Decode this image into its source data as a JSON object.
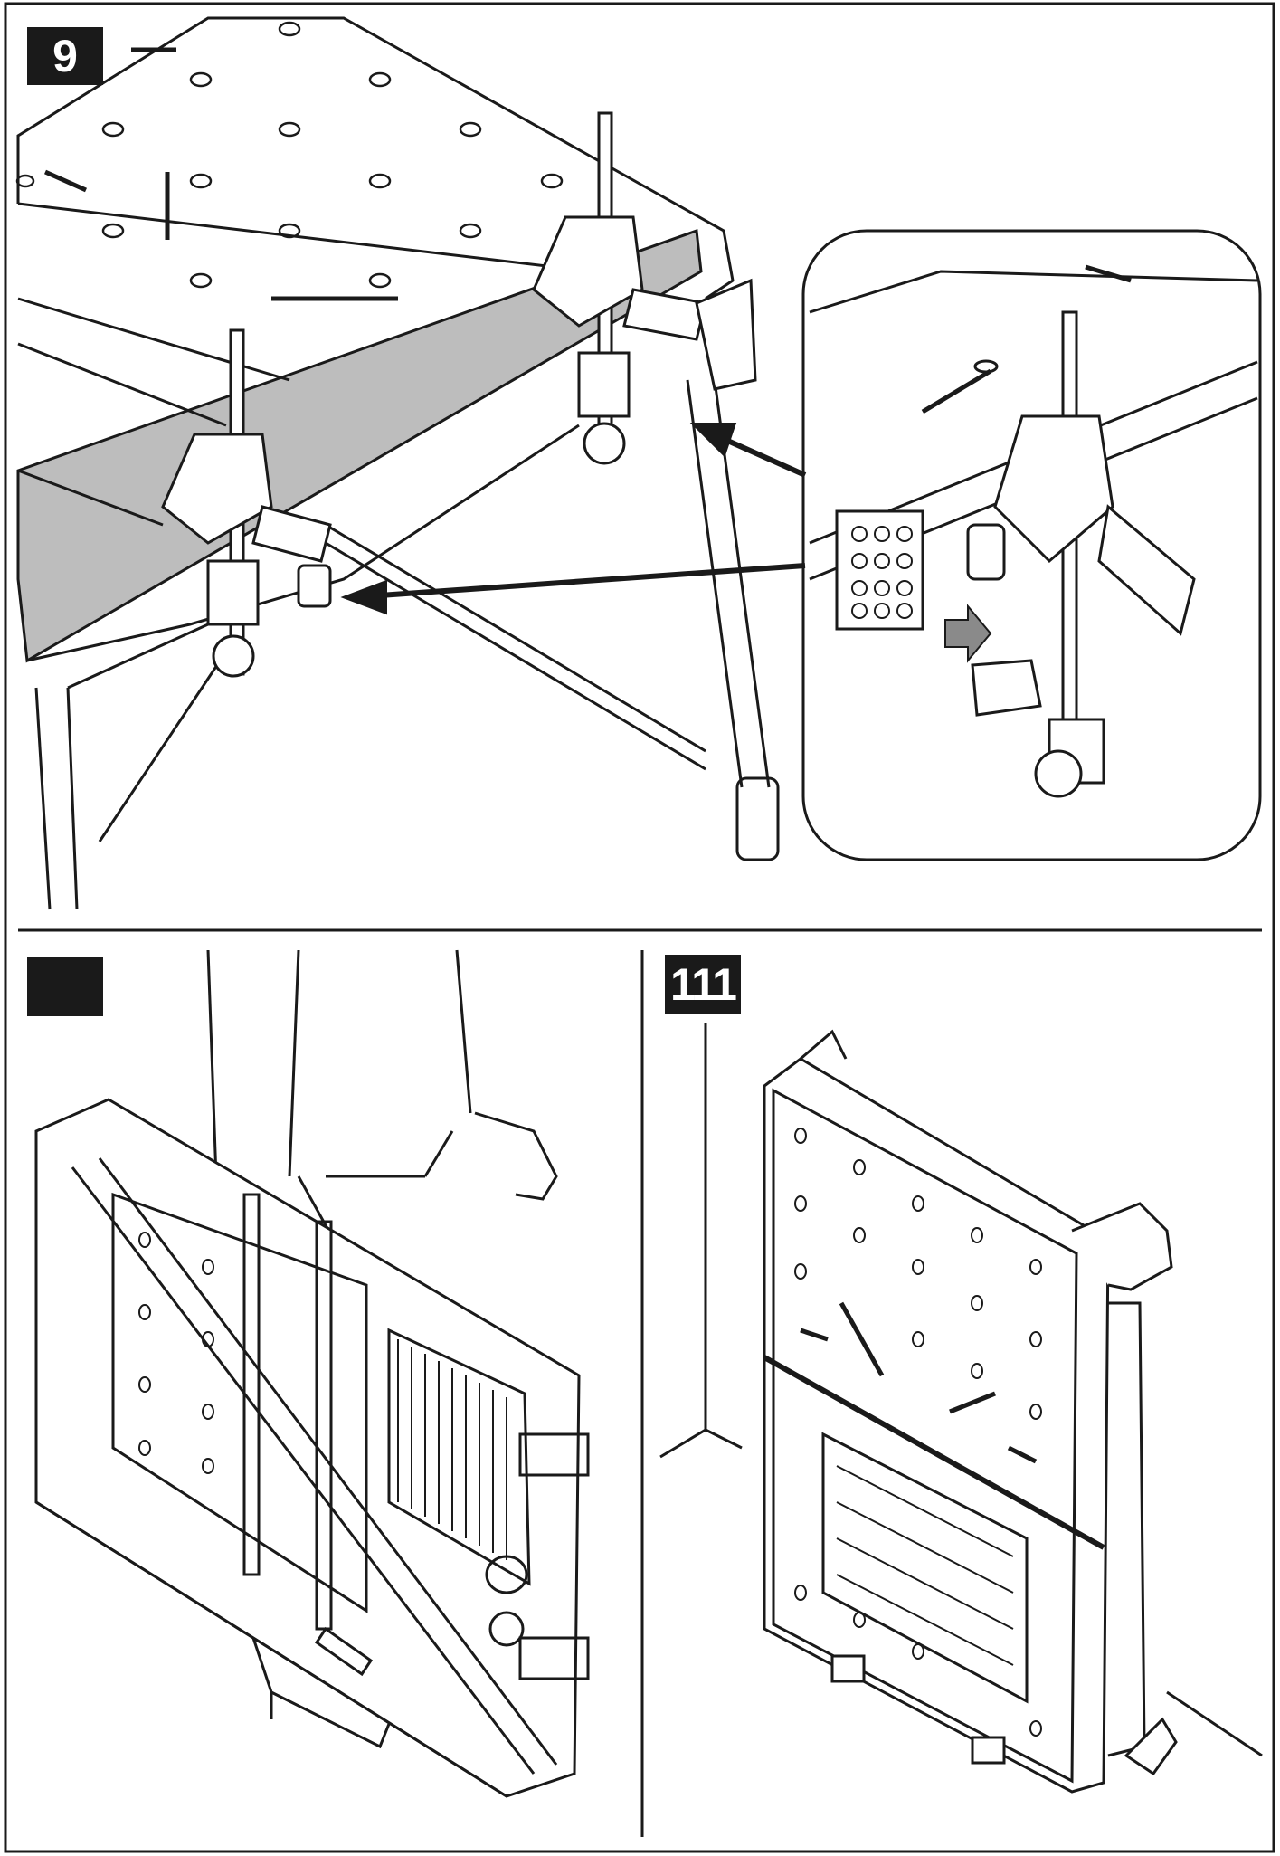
{
  "figures": [
    {
      "id": "fig-9",
      "label": "9"
    },
    {
      "id": "fig-10",
      "label": ""
    },
    {
      "id": "fig-11",
      "label": "111"
    }
  ],
  "colors": {
    "ink": "#1a1a1a",
    "board": "#bdbdbd",
    "paper": "#ffffff",
    "arrow_fill": "#8a8a8a"
  },
  "icons": [
    "workbench-icon",
    "bar-clamp-icon",
    "arrow-icon",
    "person-carrying-icon",
    "folded-workbench-icon"
  ]
}
